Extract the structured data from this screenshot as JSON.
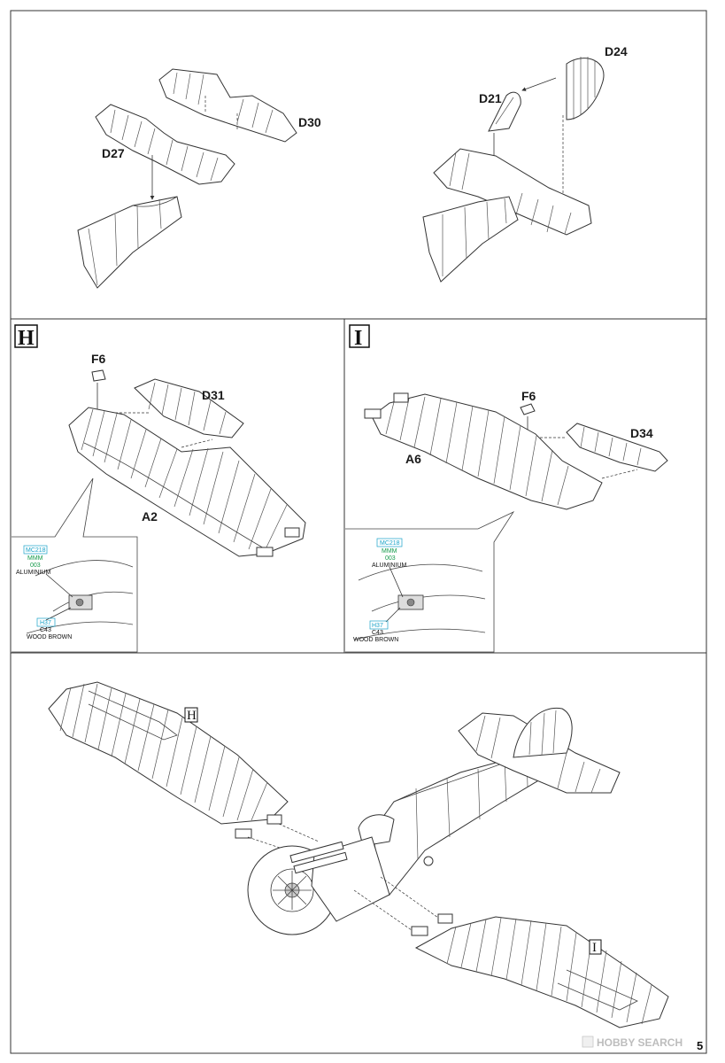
{
  "panels": {
    "top_left": {
      "parts": [
        "D30",
        "D27"
      ]
    },
    "top_right": {
      "parts": [
        "D24",
        "D21"
      ]
    },
    "h": {
      "step": "H",
      "parts": [
        "F6",
        "D31",
        "A2"
      ],
      "detail": {
        "c1": "MC218",
        "c2": "MMM",
        "c3": "003",
        "c4": "ALUMINIUM",
        "d1": "H37",
        "d2": "C43",
        "d3": "WOOD BROWN"
      }
    },
    "i": {
      "step": "I",
      "parts": [
        "F6",
        "D34",
        "A6"
      ],
      "detail": {
        "c1": "MC218",
        "c2": "MMM",
        "c3": "003",
        "c4": "ALUMINIUM",
        "d1": "H37",
        "d2": "C43",
        "d3": "WOOD BROWN"
      }
    },
    "bottom": {
      "step_h": "H",
      "step_i": "I"
    }
  },
  "watermark": "HOBBY SEARCH",
  "page_number": "5",
  "colors": {
    "code_cyan": "#1aa3c8",
    "code_green": "#149a4a",
    "line": "#333333"
  }
}
